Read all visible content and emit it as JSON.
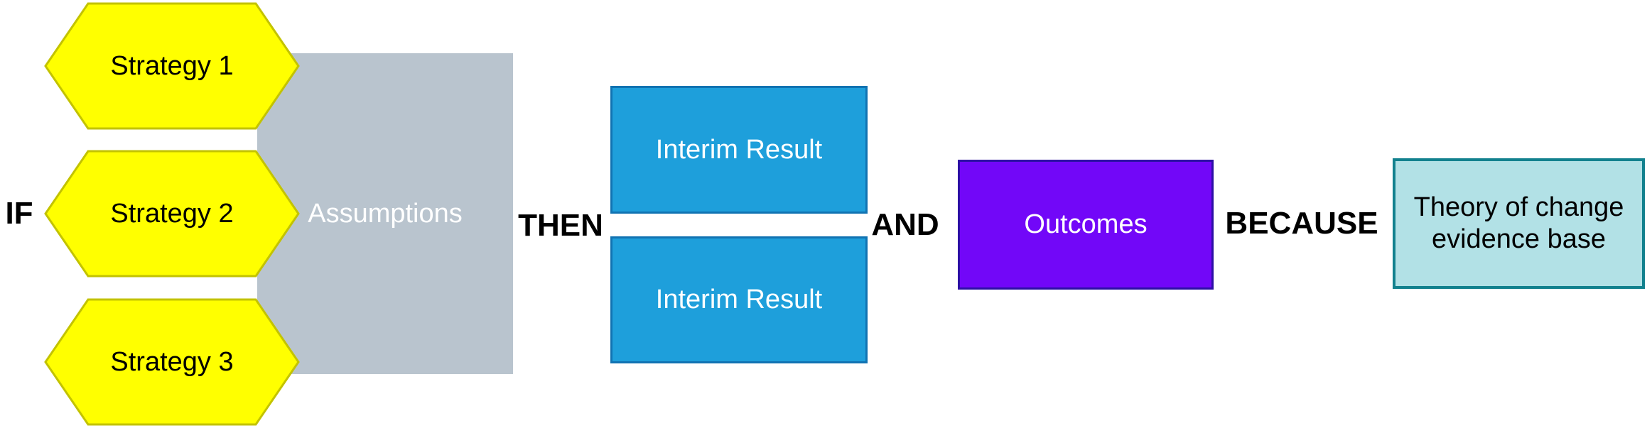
{
  "connectors": {
    "if": "IF",
    "then": "THEN",
    "and": "AND",
    "because": "BECAUSE"
  },
  "strategies": [
    "Strategy 1",
    "Strategy 2",
    "Strategy 3"
  ],
  "assumptions_label": "Assumptions",
  "interim_results": [
    "Interim Result",
    "Interim Result"
  ],
  "outcomes_label": "Outcomes",
  "evidence_lines": [
    "Theory of change",
    "evidence base"
  ],
  "colors": {
    "hexagon_fill": "#FFFF00",
    "hexagon_border": "#C3C300",
    "assumptions_fill": "#B9C4CE",
    "interim_fill": "#1E9FDB",
    "interim_border": "#1173B2",
    "outcomes_fill": "#7207F8",
    "outcomes_border": "#2D10A5",
    "evidence_fill": "#B2E1E6",
    "evidence_border": "#12818E",
    "connector_text": "#000000",
    "light_text": "#FFFFFF",
    "dark_text": "#000000"
  }
}
